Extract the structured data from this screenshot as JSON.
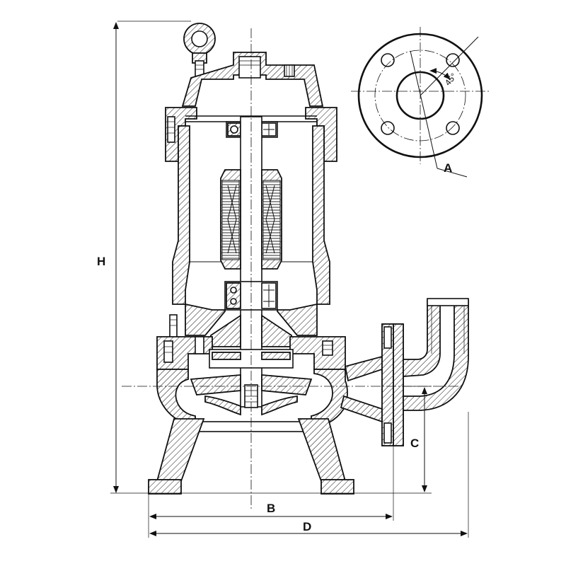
{
  "labels": {
    "height": "H",
    "width_b": "B",
    "width_d": "D",
    "height_c": "C",
    "flange_a": "A",
    "angle": "45°"
  }
}
